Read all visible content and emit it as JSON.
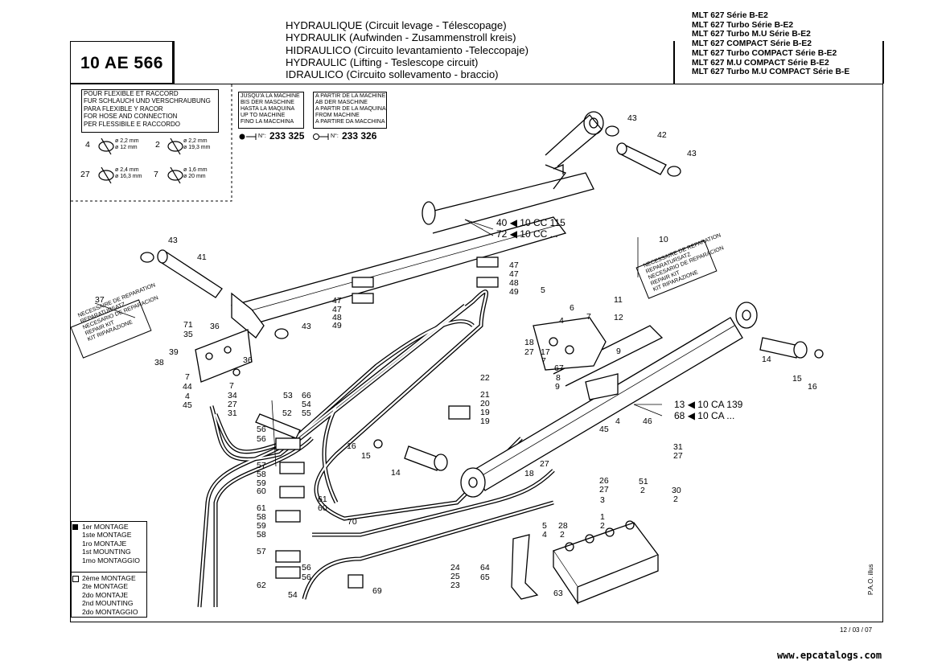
{
  "header": {
    "doc_code": "10 AE 566",
    "titles": [
      {
        "main": "HYDRAULIQUE",
        "sub": " (Circuit levage - Télescopage)"
      },
      {
        "main": "HYDRAULIK",
        "sub": " (Aufwinden - Zusammenstroll kreis)"
      },
      {
        "main": "HIDRAULICO",
        "sub": " (Circuito levantamiento -Teleccopaje)"
      },
      {
        "main": "HYDRAULIC",
        "sub": " (Lifting - Teslescope circuit)"
      },
      {
        "main": "IDRAULICO",
        "sub": " (Circuito sollevamento - braccio)"
      }
    ],
    "models": [
      "MLT 627 Série B-E2",
      "MLT 627 Turbo Série B-E2",
      "MLT 627 Turbo M.U Série B-E2",
      "MLT 627 COMPACT Série B-E2",
      "MLT 627 Turbo COMPACT Série B-E2",
      "MLT 627 M.U COMPACT Série B-E2",
      "MLT 627 Turbo M.U COMPACT Série B-E"
    ]
  },
  "hose_box": {
    "lines": [
      "POUR FLEXIBLE ET RACCORD",
      "FUR SCHLAUCH UND VERSCHRAUBUNG",
      "PARA FLEXIBLE Y RACOR",
      "FOR HOSE AND CONNECTION",
      "PER FLESSIBILE E RACCORDO"
    ],
    "seals": [
      {
        "ref": "4",
        "d1": "ø 2,2 mm",
        "d2": "ø 12 mm"
      },
      {
        "ref": "2",
        "d1": "ø 2,2 mm",
        "d2": "ø 19,3 mm"
      },
      {
        "ref": "27",
        "d1": "ø 2,4 mm",
        "d2": "ø 16,3 mm"
      },
      {
        "ref": "7",
        "d1": "ø 1,6 mm",
        "d2": "ø 20 mm"
      }
    ]
  },
  "machine_until": {
    "lines": [
      "JUSQU'A LA MACHINE",
      "BIS DER MASCHINE",
      "HASTA LA MAQUINA",
      "UP TO MACHINE",
      "FINO LA MACCHINA"
    ],
    "prefix": "N°:",
    "number": "233 325"
  },
  "machine_from": {
    "lines": [
      "A PARTIR DE LA MACHINE",
      "AB DER MASCHINE",
      "A PARTIR DE LA MAQUINA",
      "FROM MACHINE",
      "A PARTIRE DA MACCHINA"
    ],
    "prefix": "N°:",
    "number": "233 326"
  },
  "repair_kit": {
    "lines": [
      "NECESSAIRE DE REPARATION",
      "REPARATURSATZ",
      "NECESARIO DE REPARACION",
      "REPAIR KIT",
      "KIT RIPARAZIONE"
    ]
  },
  "legend": {
    "first": [
      "1er MONTAGE",
      "1ste MONTAGE",
      "1ro MONTAJE",
      "1st MOUNTING",
      "1mo MONTAGGIO"
    ],
    "second": [
      "2ème MONTAGE",
      "2te MONTAGE",
      "2do MONTAJE",
      "2nd MOUNTING",
      "2do MONTAGGIO"
    ]
  },
  "refs_cylinders": {
    "upper_a": "40",
    "upper_a_code": "10 CC 115",
    "upper_b": "72",
    "upper_b_code": "10 CC ...",
    "lower_a": "13",
    "lower_a_code": "10 CA 139",
    "lower_b": "68",
    "lower_b_code": "10 CA ..."
  },
  "callouts": [
    "43",
    "42",
    "43",
    "43",
    "41",
    "43",
    "10",
    "11",
    "12",
    "37",
    "71",
    "35",
    "36",
    "36",
    "39",
    "38",
    "7",
    "44",
    "4",
    "45",
    "7",
    "34",
    "27",
    "31",
    "47",
    "47",
    "48",
    "49",
    "47",
    "47",
    "48",
    "49",
    "5",
    "6",
    "7",
    "4",
    "18",
    "27",
    "17",
    "7",
    "8",
    "9",
    "9",
    "67",
    "14",
    "15",
    "16",
    "22",
    "21",
    "20",
    "19",
    "19",
    "53",
    "66",
    "54",
    "55",
    "52",
    "56",
    "56",
    "57",
    "58",
    "59",
    "60",
    "61",
    "60",
    "61",
    "58",
    "59",
    "58",
    "57",
    "56",
    "56",
    "62",
    "54",
    "16",
    "15",
    "14",
    "70",
    "69",
    "24",
    "25",
    "23",
    "64",
    "65",
    "63",
    "45",
    "4",
    "46",
    "31",
    "27",
    "27",
    "18",
    "26",
    "27",
    "3",
    "1",
    "2",
    "51",
    "2",
    "30",
    "2",
    "5",
    "4",
    "28",
    "2"
  ],
  "footer": {
    "date": "12 / 03 / 07",
    "pao": "P.A.O. illus",
    "site": "www.epcatalogs.com"
  },
  "colors": {
    "ink": "#000000",
    "paper": "#ffffff"
  }
}
